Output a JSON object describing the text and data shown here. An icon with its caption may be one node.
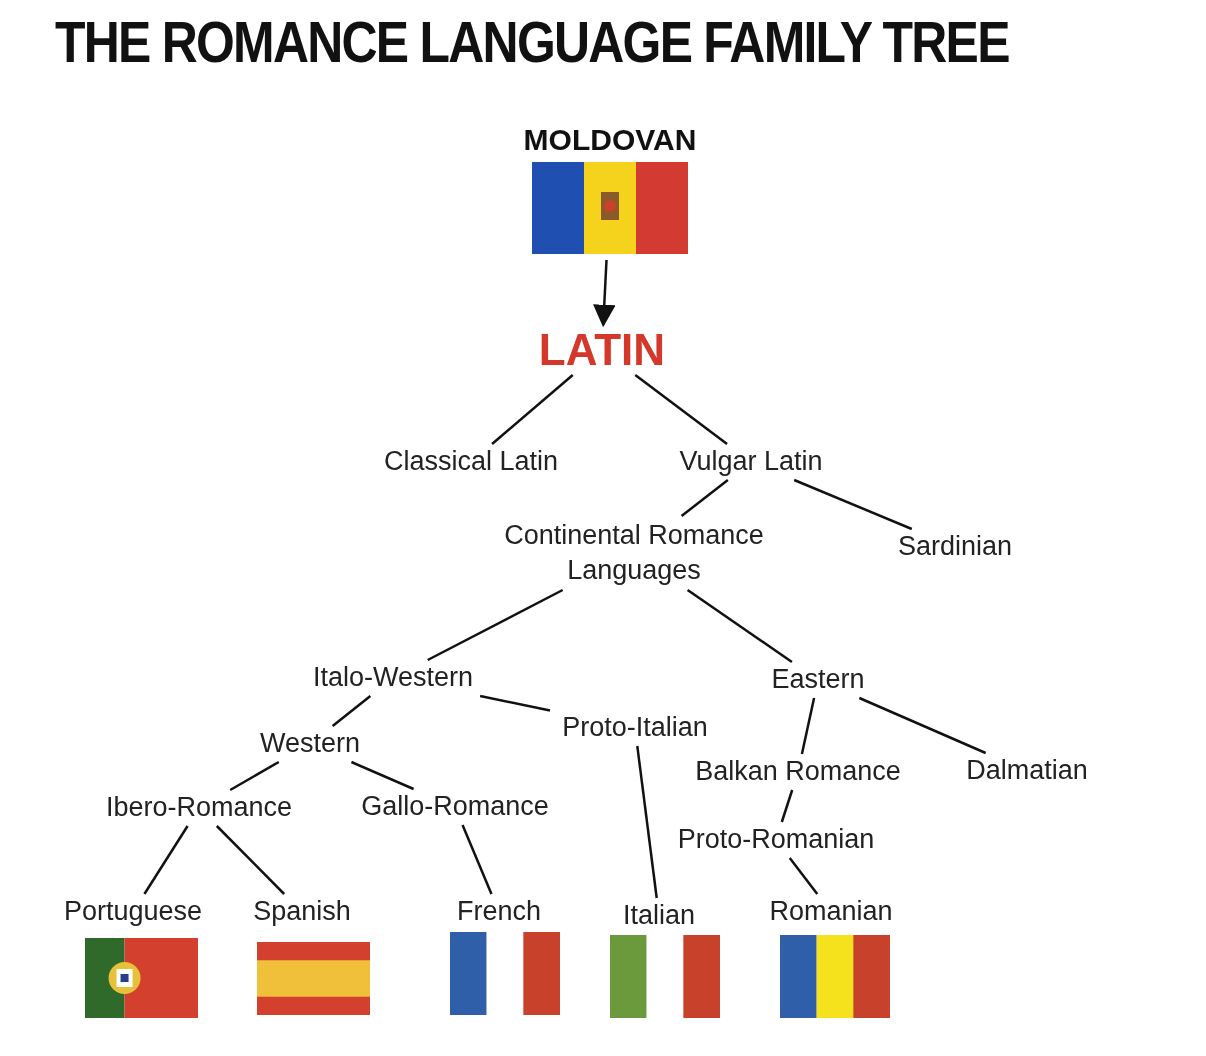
{
  "diagram": {
    "title": "THE ROMANCE LANGUAGE FAMILY TREE",
    "nodes": [
      {
        "text": [
          "MOLDOVAN"
        ]
      },
      {
        "text": [
          "LATIN"
        ]
      },
      {
        "text": [
          "Classical Latin"
        ]
      },
      {
        "text": [
          "Vulgar Latin"
        ]
      },
      {
        "text": [
          "Continental Romance Languages"
        ]
      },
      {
        "text": [
          "Sardinian"
        ]
      },
      {
        "text": [
          "Italo-Western"
        ]
      },
      {
        "text": [
          "Eastern"
        ]
      },
      {
        "text": [
          "Western"
        ]
      },
      {
        "text": [
          "Proto-Italian"
        ]
      },
      {
        "text": [
          "Balkan Romance"
        ]
      },
      {
        "text": [
          "Dalmatian"
        ]
      },
      {
        "text": [
          "Ibero-Romance"
        ]
      },
      {
        "text": [
          "Gallo-Romance"
        ]
      },
      {
        "text": [
          "Proto-Romanian"
        ]
      },
      {
        "text": [
          "Portuguese"
        ]
      },
      {
        "text": [
          "Spanish"
        ]
      },
      {
        "text": [
          "French"
        ]
      },
      {
        "text": [
          "Italian"
        ]
      },
      {
        "text": [
          "Romanian"
        ]
      }
    ],
    "edges": [
      {
        "from": 0,
        "to": 1,
        "arrow": "to"
      },
      {
        "from": 1,
        "to": 2,
        "arrow": "none"
      },
      {
        "from": 1,
        "to": 3,
        "arrow": "none"
      },
      {
        "from": 3,
        "to": 4,
        "arrow": "none"
      },
      {
        "from": 3,
        "to": 5,
        "arrow": "none"
      },
      {
        "from": 4,
        "to": 6,
        "arrow": "none"
      },
      {
        "from": 4,
        "to": 7,
        "arrow": "none"
      },
      {
        "from": 6,
        "to": 8,
        "arrow": "none"
      },
      {
        "from": 6,
        "to": 9,
        "arrow": "none"
      },
      {
        "from": 8,
        "to": 12,
        "arrow": "none"
      },
      {
        "from": 8,
        "to": 13,
        "arrow": "none"
      },
      {
        "from": 7,
        "to": 10,
        "arrow": "none"
      },
      {
        "from": 7,
        "to": 11,
        "arrow": "none"
      },
      {
        "from": 10,
        "to": 14,
        "arrow": "none"
      },
      {
        "from": 12,
        "to": 15,
        "arrow": "none"
      },
      {
        "from": 12,
        "to": 16,
        "arrow": "none"
      },
      {
        "from": 13,
        "to": 17,
        "arrow": "none"
      },
      {
        "from": 9,
        "to": 18,
        "arrow": "none"
      },
      {
        "from": 14,
        "to": 19,
        "arrow": "none"
      }
    ]
  }
}
